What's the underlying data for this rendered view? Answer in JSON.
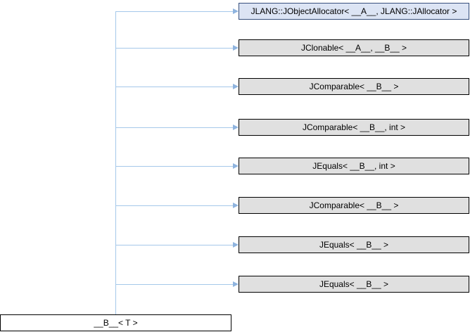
{
  "diagram": {
    "kind": "class-inheritance-graph",
    "derived_class": {
      "label": "__B__< T >"
    },
    "base_classes": [
      {
        "label": "JLANG::JObjectAllocator< __A__, JLANG::JAllocator >",
        "highlighted": true
      },
      {
        "label": "JClonable< __A__, __B__ >",
        "highlighted": false
      },
      {
        "label": "JComparable< __B__ >",
        "highlighted": false
      },
      {
        "label": "JComparable< __B__, int >",
        "highlighted": false
      },
      {
        "label": "JEquals< __B__, int >",
        "highlighted": false
      },
      {
        "label": "JComparable< __B__ >",
        "highlighted": false
      },
      {
        "label": "JEquals< __B__ >",
        "highlighted": false
      },
      {
        "label": "JEquals< __B__ >",
        "highlighted": false
      }
    ],
    "colors": {
      "edge": "#a5c8ea",
      "arrow": "#8fb4df",
      "node_fill": "#e0e0e0",
      "node_border": "#000000",
      "highlight_fill": "#dce4f4",
      "highlight_border": "#37507d",
      "derived_fill": "#ffffff"
    }
  }
}
